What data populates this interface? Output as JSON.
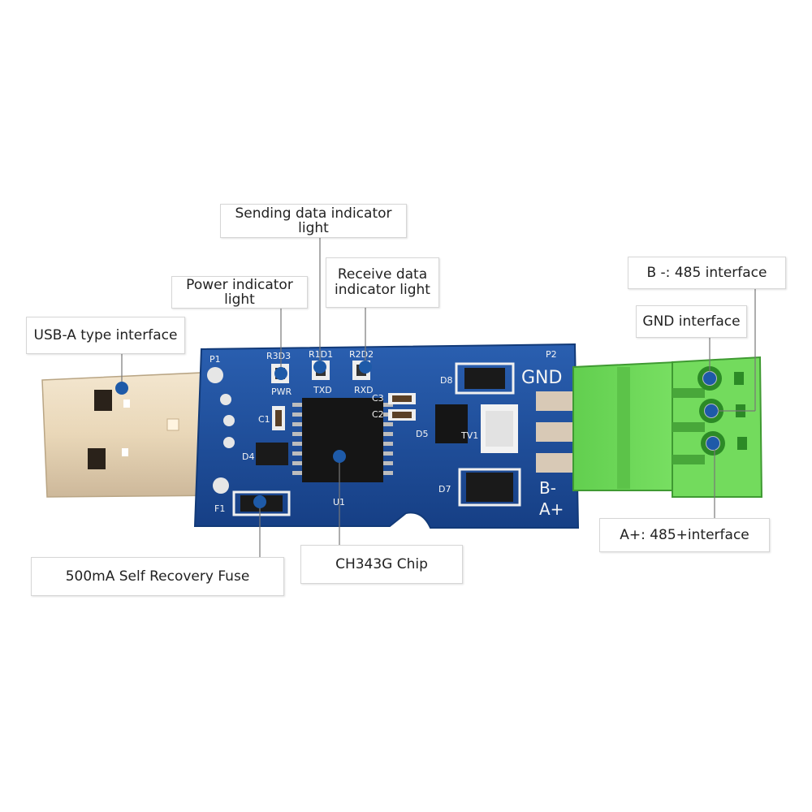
{
  "labels": {
    "usb": "USB-A type interface",
    "power": "Power indicator light",
    "sending": "Sending data indicator light",
    "receive": "Receive data indicator light",
    "b_minus": "B -: 485 interface",
    "gnd": "GND interface",
    "a_plus": "A+: 485+interface",
    "fuse": "500mA Self Recovery Fuse",
    "chip": "CH343G Chip"
  },
  "silkscreen": {
    "p1": "P1",
    "p2": "P2",
    "r3d3": "R3D3",
    "r1d1": "R1D1",
    "r2d2": "R2D2",
    "pwr": "PWR",
    "txd": "TXD",
    "rxd": "RXD",
    "c1": "C1",
    "c2": "C2",
    "c3": "C3",
    "d4": "D4",
    "d5": "D5",
    "d7": "D7",
    "d8": "D8",
    "tv1": "TV1",
    "f1": "F1",
    "u1": "U1",
    "gnd": "GND",
    "b": "B-",
    "a": "A+"
  },
  "colors": {
    "pcb": "#1f4f9c",
    "terminal": "#6fd85a",
    "marker": "#1e5aa8",
    "usb_metal": "#e8d6b8"
  }
}
